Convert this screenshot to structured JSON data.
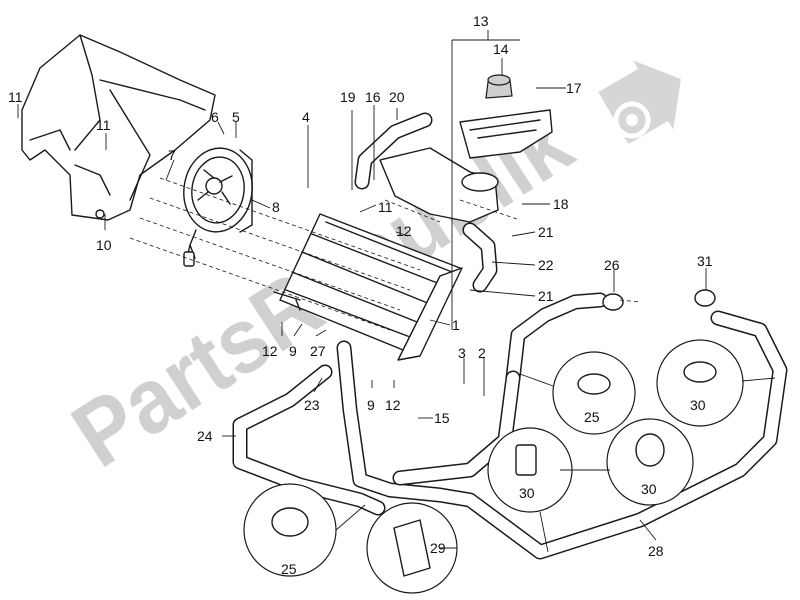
{
  "watermark": {
    "text": "PartsRepublik",
    "color": "#d0d0d0"
  },
  "callouts": [
    {
      "id": "c1",
      "label": "1"
    },
    {
      "id": "c2",
      "label": "2"
    },
    {
      "id": "c3",
      "label": "3"
    },
    {
      "id": "c4",
      "label": "4"
    },
    {
      "id": "c5",
      "label": "5"
    },
    {
      "id": "c6",
      "label": "6"
    },
    {
      "id": "c7",
      "label": "7"
    },
    {
      "id": "c8",
      "label": "8"
    },
    {
      "id": "c9a",
      "label": "9"
    },
    {
      "id": "c9b",
      "label": "9"
    },
    {
      "id": "c10",
      "label": "10"
    },
    {
      "id": "c11a",
      "label": "11"
    },
    {
      "id": "c11b",
      "label": "11"
    },
    {
      "id": "c11c",
      "label": "11"
    },
    {
      "id": "c12a",
      "label": "12"
    },
    {
      "id": "c12b",
      "label": "12"
    },
    {
      "id": "c12c",
      "label": "12"
    },
    {
      "id": "c13",
      "label": "13"
    },
    {
      "id": "c14",
      "label": "14"
    },
    {
      "id": "c15",
      "label": "15"
    },
    {
      "id": "c16",
      "label": "16"
    },
    {
      "id": "c17",
      "label": "17"
    },
    {
      "id": "c18",
      "label": "18"
    },
    {
      "id": "c19",
      "label": "19"
    },
    {
      "id": "c20",
      "label": "20"
    },
    {
      "id": "c21a",
      "label": "21"
    },
    {
      "id": "c21b",
      "label": "21"
    },
    {
      "id": "c22",
      "label": "22"
    },
    {
      "id": "c23",
      "label": "23"
    },
    {
      "id": "c24",
      "label": "24"
    },
    {
      "id": "c25a",
      "label": "25"
    },
    {
      "id": "c25b",
      "label": "25"
    },
    {
      "id": "c26",
      "label": "26"
    },
    {
      "id": "c27",
      "label": "27"
    },
    {
      "id": "c28",
      "label": "28"
    },
    {
      "id": "c29",
      "label": "29"
    },
    {
      "id": "c30a",
      "label": "30"
    },
    {
      "id": "c30b",
      "label": "30"
    },
    {
      "id": "c30c",
      "label": "30"
    },
    {
      "id": "c31",
      "label": "31"
    }
  ]
}
